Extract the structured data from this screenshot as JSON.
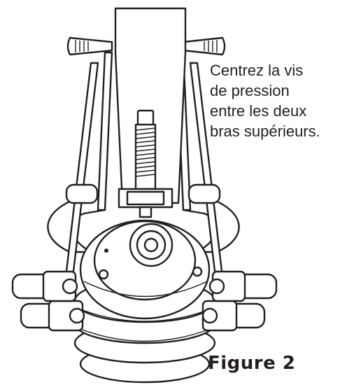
{
  "caption": {
    "lines": [
      "Centrez la vis",
      "de pression",
      "entre les deux",
      "bras supérieurs."
    ]
  },
  "figure_label": "Figure 2",
  "colors": {
    "ink": "#231f20",
    "paper": "#ffffff"
  }
}
